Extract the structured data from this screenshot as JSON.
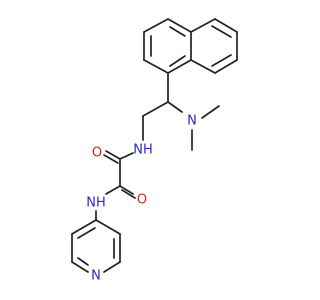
{
  "colors": {
    "background": "#ffffff",
    "bond": "#222222",
    "N": "#2a2ac8",
    "O": "#e0201a"
  },
  "atoms": {
    "n_dimethylamino": {
      "label": "N",
      "element": "N"
    },
    "n_amide_upper": {
      "label": "NH",
      "element": "N"
    },
    "n_amide_lower": {
      "label": "NH",
      "element": "N"
    },
    "o_upper": {
      "label": "O",
      "element": "O"
    },
    "o_lower": {
      "label": "O",
      "element": "O"
    },
    "n_pyridine": {
      "label": "N",
      "element": "N"
    }
  }
}
